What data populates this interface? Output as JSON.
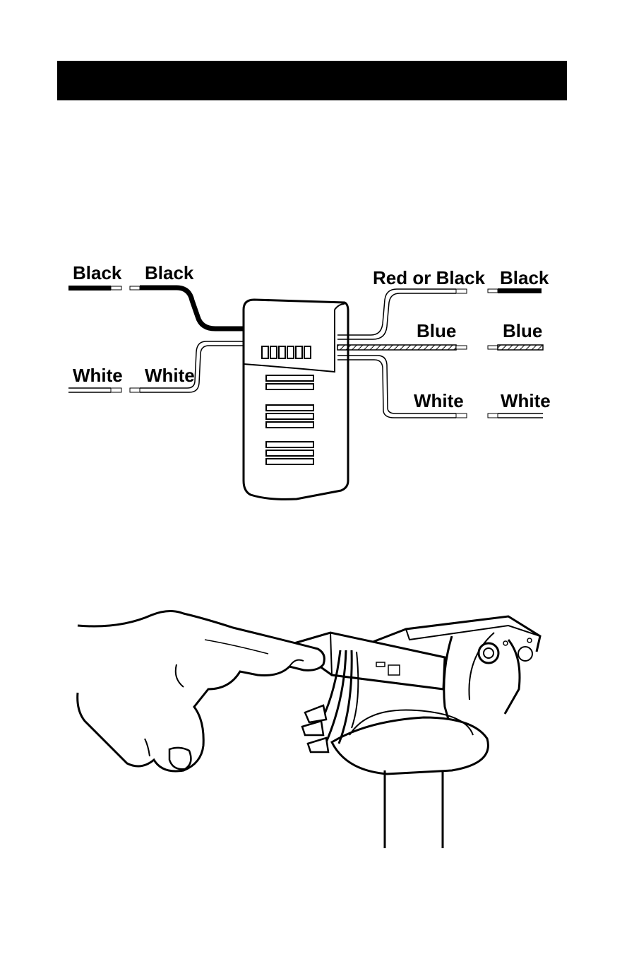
{
  "wiring_diagram": {
    "left_labels": {
      "supply_black": "Black",
      "receiver_black": "Black",
      "supply_white": "White",
      "receiver_white": "White"
    },
    "right_labels": {
      "receiver_red_or_black": "Red or Black",
      "fan_black": "Black",
      "receiver_blue": "Blue",
      "fan_blue": "Blue",
      "receiver_white": "White",
      "fan_white": "White"
    }
  },
  "colors": {
    "ink": "#000000",
    "paper": "#ffffff"
  },
  "icons": {
    "header": "blank-header-bar",
    "hand": "hand-icon",
    "bracket": "mounting-bracket-icon"
  }
}
